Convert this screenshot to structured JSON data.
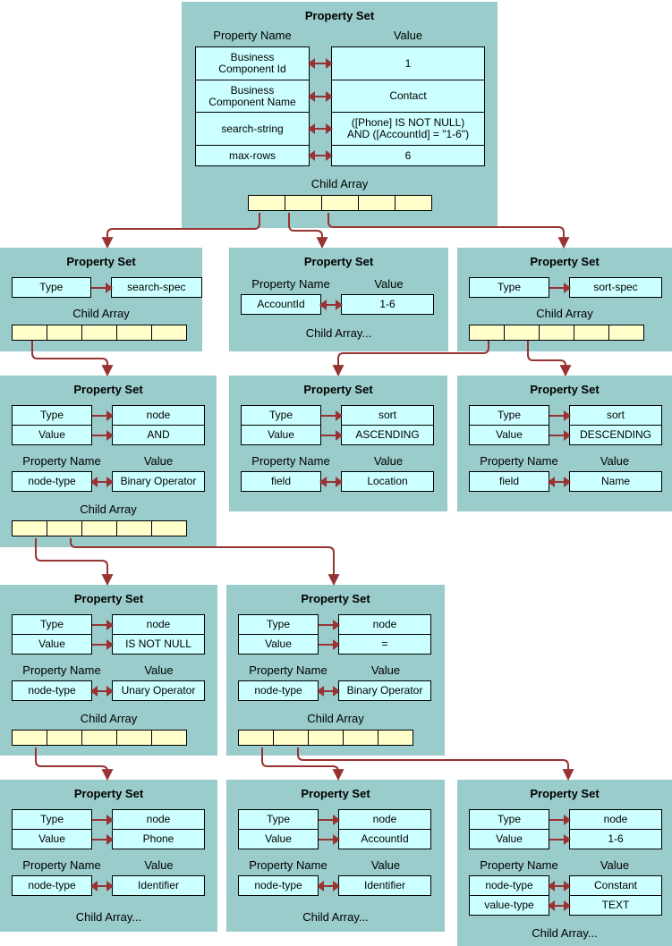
{
  "labels": {
    "box_title": "Property Set",
    "property_name_header": "Property Name",
    "value_header": "Value",
    "child_array": "Child Array",
    "child_array_more": "Child Array..."
  },
  "boxes": {
    "root": {
      "properties": [
        {
          "name": "Business\nComponent Id",
          "value": "1"
        },
        {
          "name": "Business\nComponent Name",
          "value": "Contact"
        },
        {
          "name": "search-string",
          "value": "([Phone] IS NOT NULL)\nAND ([AccountId] = \"1-6\")"
        },
        {
          "name": "max-rows",
          "value": "6"
        }
      ]
    },
    "search_spec": {
      "type_rows": [
        {
          "label": "Type",
          "value": "search-spec"
        }
      ]
    },
    "account_id_property": {
      "properties": [
        {
          "name": "AccountId",
          "value": "1-6"
        }
      ]
    },
    "sort_spec": {
      "type_rows": [
        {
          "label": "Type",
          "value": "sort-spec"
        }
      ]
    },
    "and_node": {
      "type_rows": [
        {
          "label": "Type",
          "value": "node"
        },
        {
          "label": "Value",
          "value": "AND"
        }
      ],
      "properties": [
        {
          "name": "node-type",
          "value": "Binary Operator"
        }
      ]
    },
    "sort_ascending": {
      "type_rows": [
        {
          "label": "Type",
          "value": "sort"
        },
        {
          "label": "Value",
          "value": "ASCENDING"
        }
      ],
      "properties": [
        {
          "name": "field",
          "value": "Location"
        }
      ]
    },
    "sort_descending": {
      "type_rows": [
        {
          "label": "Type",
          "value": "sort"
        },
        {
          "label": "Value",
          "value": "DESCENDING"
        }
      ],
      "properties": [
        {
          "name": "field",
          "value": "Name"
        }
      ]
    },
    "is_not_null_node": {
      "type_rows": [
        {
          "label": "Type",
          "value": "node"
        },
        {
          "label": "Value",
          "value": "IS NOT NULL"
        }
      ],
      "properties": [
        {
          "name": "node-type",
          "value": "Unary Operator"
        }
      ]
    },
    "equals_node": {
      "type_rows": [
        {
          "label": "Type",
          "value": "node"
        },
        {
          "label": "Value",
          "value": "="
        }
      ],
      "properties": [
        {
          "name": "node-type",
          "value": "Binary Operator"
        }
      ]
    },
    "phone_node": {
      "type_rows": [
        {
          "label": "Type",
          "value": "node"
        },
        {
          "label": "Value",
          "value": "Phone"
        }
      ],
      "properties": [
        {
          "name": "node-type",
          "value": "Identifier"
        }
      ]
    },
    "account_id_node": {
      "type_rows": [
        {
          "label": "Type",
          "value": "node"
        },
        {
          "label": "Value",
          "value": "AccountId"
        }
      ],
      "properties": [
        {
          "name": "node-type",
          "value": "Identifier"
        }
      ]
    },
    "constant_node": {
      "type_rows": [
        {
          "label": "Type",
          "value": "node"
        },
        {
          "label": "Value",
          "value": "1-6"
        }
      ],
      "properties": [
        {
          "name": "node-type",
          "value": "Constant"
        },
        {
          "name": "value-type",
          "value": "TEXT"
        }
      ]
    }
  },
  "colors": {
    "box_background": "#99ccca",
    "cell_background": "#ccffff",
    "child_array_cell": "#ffffcc",
    "arrow": "#993333",
    "text": "#000000",
    "page_background": "#ffffff"
  }
}
